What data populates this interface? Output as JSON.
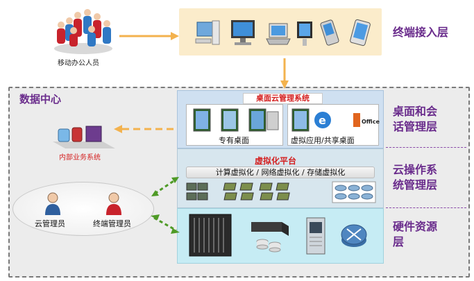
{
  "terminal": {
    "mobile_users_label": "移动办公人员",
    "layer_label": "终端接入层"
  },
  "data_center": {
    "title": "数据中心",
    "internal_system_label": "内部业务系统"
  },
  "desktop_layer": {
    "title": "桌面云管理系统",
    "dedicated_desktop_label": "专有桌面",
    "shared_desktop_label": "虚拟应用/共享桌面",
    "office_logo_text": "Office",
    "layer_label_line1": "桌面和会",
    "layer_label_line2": "话管理层"
  },
  "virtualization_layer": {
    "title": "虚拟化平台",
    "bar_text": "计算虚拟化 / 网络虚拟化 / 存储虚拟化",
    "layer_label_line1": "云操作系",
    "layer_label_line2": "统管理层"
  },
  "hardware_layer": {
    "layer_label_line1": "硬件资源",
    "layer_label_line2": "层"
  },
  "admins": {
    "cloud_admin_label": "云管理员",
    "terminal_admin_label": "终端管理员"
  },
  "colors": {
    "accent_purple": "#6a2c8c",
    "title_red": "#d42020",
    "arrow_orange": "#f3b24e",
    "arrow_green": "#4e9a26"
  }
}
